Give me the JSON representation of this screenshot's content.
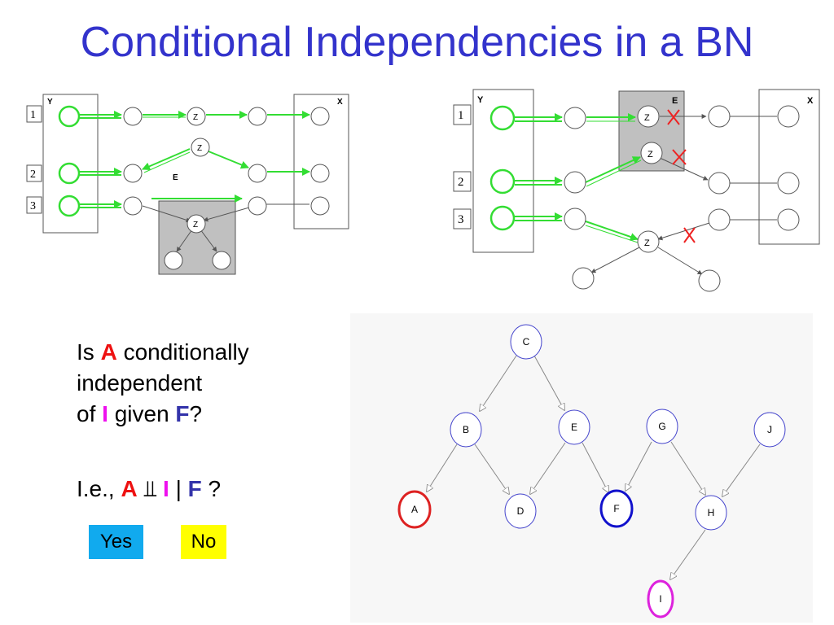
{
  "title": "Conditional Independencies in a BN",
  "left_diagram": {
    "box_y": "Y",
    "box_x": "X",
    "evidence": "E",
    "node_z": "Z",
    "rows": [
      "1",
      "2",
      "3"
    ]
  },
  "right_diagram": {
    "box_y": "Y",
    "box_x": "X",
    "evidence": "E",
    "node_z": "Z",
    "rows": [
      "1",
      "2",
      "3"
    ]
  },
  "question": {
    "line1_pre": "Is ",
    "var_a": "A",
    "line1_post": " conditionally",
    "line2": "independent",
    "line3_pre": "of ",
    "var_i": "I",
    "line3_mid": " given ",
    "var_f": "F",
    "line3_post": "?",
    "ie_pre": "I.e., ",
    "indep_symbol": "⫫",
    "bar": " | ",
    "ie_post": " ?"
  },
  "buttons": {
    "yes": "Yes",
    "no": "No"
  },
  "bn_graph": {
    "nodes": {
      "C": "C",
      "B": "B",
      "E": "E",
      "G": "G",
      "J": "J",
      "A": "A",
      "D": "D",
      "F": "F",
      "H": "H",
      "I": "I"
    },
    "edges": [
      [
        "C",
        "B"
      ],
      [
        "C",
        "E"
      ],
      [
        "B",
        "A"
      ],
      [
        "B",
        "D"
      ],
      [
        "E",
        "D"
      ],
      [
        "E",
        "F"
      ],
      [
        "G",
        "F"
      ],
      [
        "G",
        "H"
      ],
      [
        "J",
        "H"
      ],
      [
        "H",
        "I"
      ]
    ],
    "highlight_colors": {
      "A": "#dd2222",
      "F": "#1111cc",
      "I": "#dd22dd"
    }
  }
}
